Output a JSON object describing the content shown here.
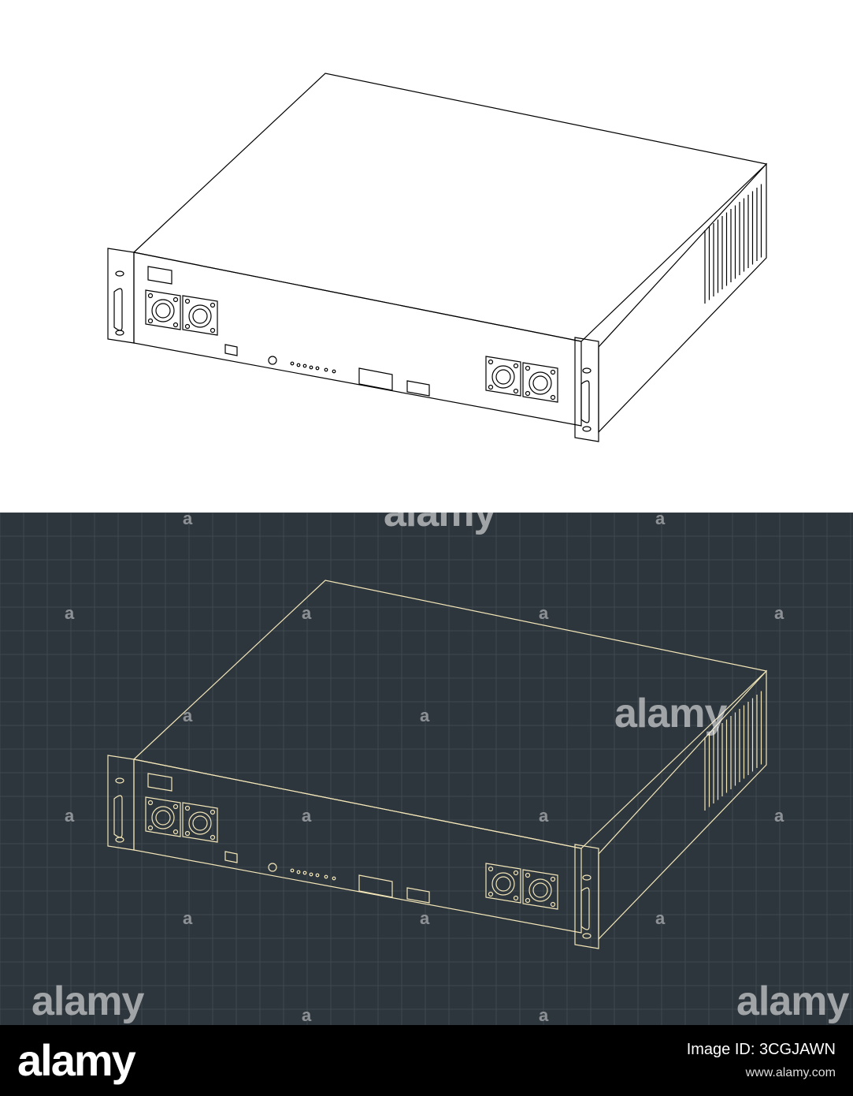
{
  "colors": {
    "top_background": "#ffffff",
    "top_line": "#000000",
    "blueprint_background": "#2e363d",
    "blueprint_grid": "#3d4850",
    "blueprint_line": "#f3e6b8",
    "footer_background": "#000000"
  },
  "watermark": {
    "brand": "alamy",
    "mark_glyph": "a"
  },
  "footer": {
    "logo": "alamy",
    "image_id": "Image ID: 3CGJAWN",
    "url": "www.alamy.com"
  }
}
